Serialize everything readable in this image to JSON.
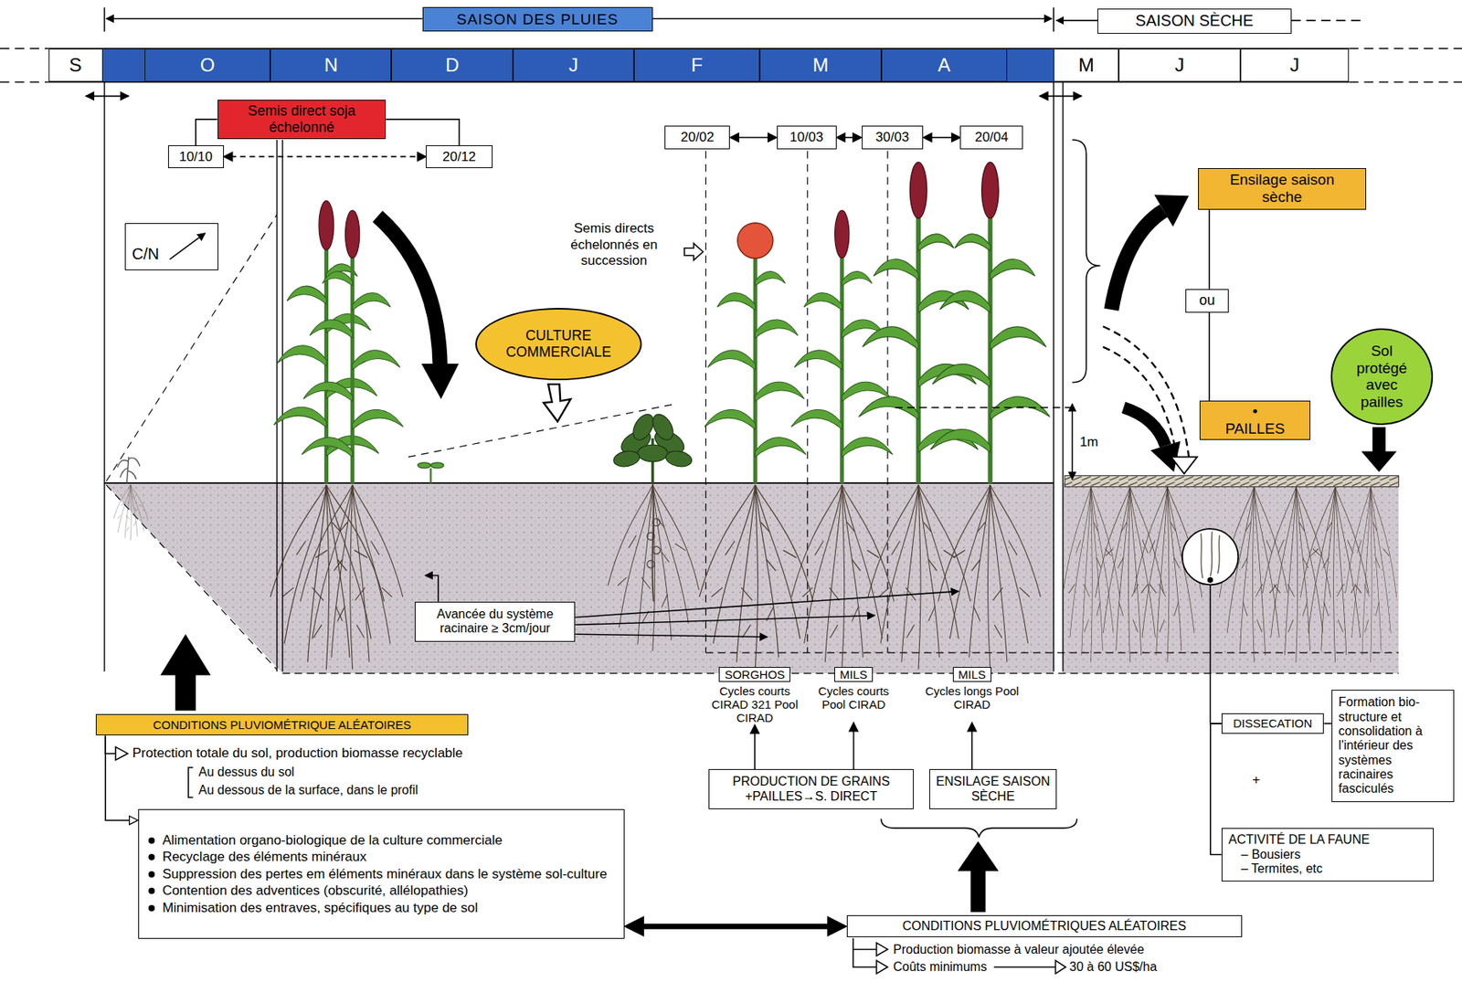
{
  "diagram": {
    "nodes": [
      {
        "text": [
          "SAISON DES PLUIES"
        ]
      },
      {
        "text": [
          "SAISON SÈCHE"
        ]
      },
      {
        "text": [
          "S"
        ]
      },
      {
        "text": [
          "O"
        ]
      },
      {
        "text": [
          "N"
        ]
      },
      {
        "text": [
          "D"
        ]
      },
      {
        "text": [
          "J"
        ]
      },
      {
        "text": [
          "F"
        ]
      },
      {
        "text": [
          "M"
        ]
      },
      {
        "text": [
          "A"
        ]
      },
      {
        "text": [
          "M"
        ]
      },
      {
        "text": [
          "J"
        ]
      },
      {
        "text": [
          "J"
        ]
      },
      {
        "text": [
          "Semis direct soja échelonné"
        ]
      },
      {
        "text": [
          "10/10"
        ]
      },
      {
        "text": [
          "20/12"
        ]
      },
      {
        "text": [
          "20/02"
        ]
      },
      {
        "text": [
          "10/03"
        ]
      },
      {
        "text": [
          "30/03"
        ]
      },
      {
        "text": [
          "20/04"
        ]
      },
      {
        "text": [
          "C/N"
        ]
      },
      {
        "text": [
          "Ensilage saison sèche"
        ]
      },
      {
        "text": [
          "CULTURE COMMERCIALE"
        ]
      },
      {
        "text": [
          "ou"
        ]
      },
      {
        "text": [
          "Sol protégé avec pailles"
        ]
      },
      {
        "text": [
          "• PAILLES"
        ]
      },
      {
        "text": [
          "Avancée du système racinaire ≥ 3cm/jour"
        ]
      },
      {
        "text": [
          "SORGHOS",
          "Cycles courts CIRAD 321 Pool CIRAD"
        ]
      },
      {
        "text": [
          "MILS",
          "Cycles courts Pool CIRAD"
        ]
      },
      {
        "text": [
          "MILS",
          "Cycles longs Pool CIRAD"
        ]
      },
      {
        "text": [
          "CONDITIONS PLUVIOMÉTRIQUE ALÉATOIRES"
        ]
      },
      {
        "text": [
          "DISSECATION"
        ]
      },
      {
        "text": [
          "Formation bio-structure et consolidation à l'intérieur des systèmes racinaires fasciculés"
        ]
      },
      {
        "text": [
          "PRODUCTION DE GRAINS +PAILLES→S. DIRECT"
        ]
      },
      {
        "text": [
          "ENSILAGE SAISON SÈCHE"
        ]
      },
      {
        "text": [
          "Alimentation organo-biologique de la culture commerciale",
          "Recyclage des éléments minéraux",
          "Suppression des pertes em éléments minéraux dans le système sol-culture",
          "Contention des adventices (obscurité, allélopathies)",
          "Minimisation des entraves, spécifiques au type de sol"
        ]
      },
      {
        "text": [
          "ACTIVITÉ DE LA FAUNE",
          "– Bousiers",
          "– Termites, etc"
        ]
      },
      {
        "text": [
          "CONDITIONS PLUVIOMÉTRIQUES ALÉATOIRES"
        ]
      }
    ],
    "edges": [
      {
        "from": 13,
        "to": 14,
        "arrow": "none"
      },
      {
        "from": 13,
        "to": 15,
        "arrow": "none"
      },
      {
        "from": 14,
        "to": 15,
        "arrow": "both"
      },
      {
        "from": 16,
        "to": 17,
        "arrow": "both"
      },
      {
        "from": 17,
        "to": 18,
        "arrow": "both"
      },
      {
        "from": 18,
        "to": 19,
        "arrow": "both"
      },
      {
        "from": 21,
        "to": 23,
        "arrow": "none"
      },
      {
        "from": 23,
        "to": 25,
        "arrow": "none"
      },
      {
        "from": 33,
        "to": 27,
        "arrow": "to"
      },
      {
        "from": 33,
        "to": 28,
        "arrow": "to"
      },
      {
        "from": 34,
        "to": 29,
        "arrow": "to"
      },
      {
        "from": 30,
        "to": 35,
        "arrow": "to"
      },
      {
        "from": 35,
        "to": 37,
        "arrow": "both"
      },
      {
        "from": 31,
        "to": 32,
        "arrow": "none"
      },
      {
        "from": 31,
        "to": 36,
        "arrow": "none"
      }
    ],
    "labels": [
      "Semis directs échelonnés en succession",
      "1m",
      "Protection totale du sol, production biomasse recyclable",
      "Au dessus du sol",
      "Au dessous de la surface, dans le profil",
      "+",
      "Production biomasse à valeur ajoutée élevée",
      "Coûts minimums",
      "30 à 60 US$/ha"
    ]
  }
}
